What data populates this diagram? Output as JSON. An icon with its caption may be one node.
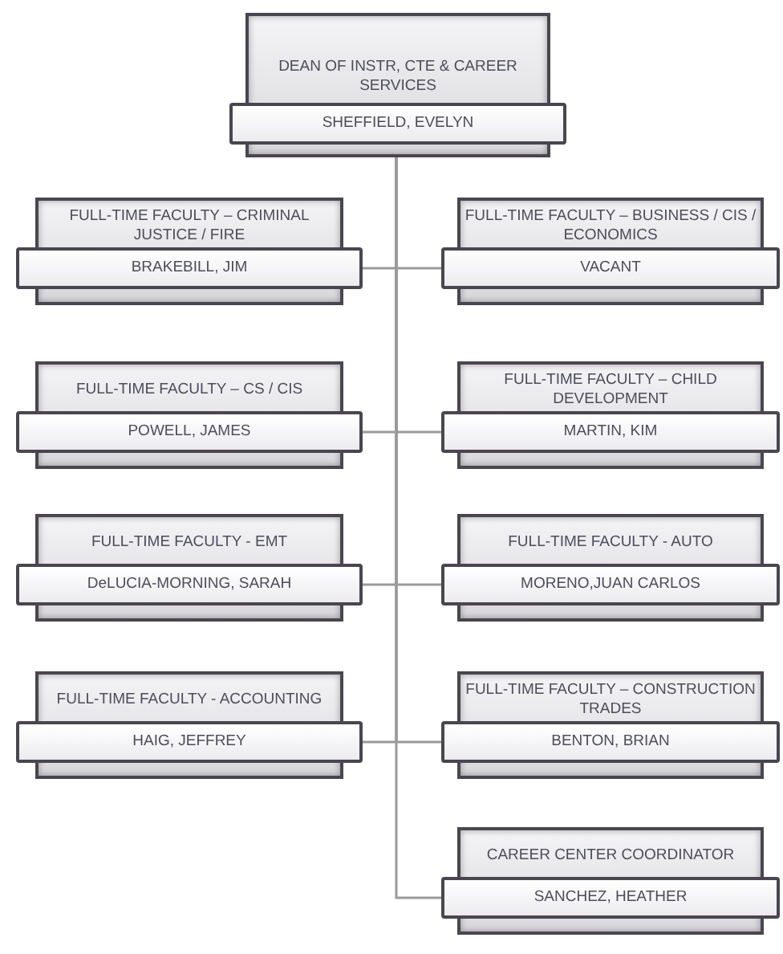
{
  "diagram": {
    "nodes": [
      {
        "text": [
          "DEAN OF INSTR, CTE & CAREER SERVICES",
          "SHEFFIELD, EVELYN"
        ]
      },
      {
        "text": [
          "FULL-TIME FACULTY – CRIMINAL JUSTICE / FIRE",
          "BRAKEBILL, JIM"
        ]
      },
      {
        "text": [
          "FULL-TIME FACULTY – BUSINESS / CIS / ECONOMICS",
          "VACANT"
        ]
      },
      {
        "text": [
          "FULL-TIME FACULTY – CS / CIS",
          "POWELL, JAMES"
        ]
      },
      {
        "text": [
          "FULL-TIME FACULTY – CHILD DEVELOPMENT",
          "MARTIN, KIM"
        ]
      },
      {
        "text": [
          "FULL-TIME FACULTY - EMT",
          "DeLUCIA-MORNING, SARAH"
        ]
      },
      {
        "text": [
          "FULL-TIME FACULTY - AUTO",
          "MORENO,JUAN CARLOS"
        ]
      },
      {
        "text": [
          "FULL-TIME FACULTY - ACCOUNTING",
          "HAIG, JEFFREY"
        ]
      },
      {
        "text": [
          "FULL-TIME FACULTY – CONSTRUCTION TRADES",
          "BENTON, BRIAN"
        ]
      },
      {
        "text": [
          "CAREER CENTER COORDINATOR",
          "SANCHEZ, HEATHER"
        ]
      }
    ],
    "edges": [
      {
        "from": 0,
        "to": 1,
        "arrow": "none"
      },
      {
        "from": 0,
        "to": 2,
        "arrow": "none"
      },
      {
        "from": 0,
        "to": 3,
        "arrow": "none"
      },
      {
        "from": 0,
        "to": 4,
        "arrow": "none"
      },
      {
        "from": 0,
        "to": 5,
        "arrow": "none"
      },
      {
        "from": 0,
        "to": 6,
        "arrow": "none"
      },
      {
        "from": 0,
        "to": 7,
        "arrow": "none"
      },
      {
        "from": 0,
        "to": 8,
        "arrow": "none"
      },
      {
        "from": 0,
        "to": 9,
        "arrow": "none"
      }
    ]
  }
}
